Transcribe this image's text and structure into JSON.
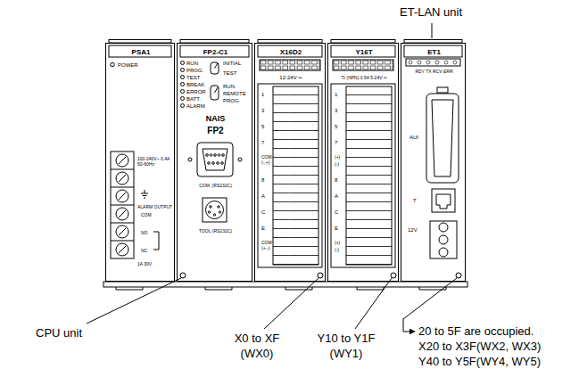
{
  "diagram": {
    "nodes": [
      {
        "text": [
          "PSA1",
          "POWER",
          "100-240V~ 0.4A 50-60Hz",
          "ALARM OUTPUT",
          "COM",
          "NO",
          "NC",
          "1A 30V"
        ]
      },
      {
        "text": [
          "FP2-C1",
          "RUN",
          "PROG.",
          "TEST",
          "BREAK",
          "ERROR",
          "BATT.",
          "ALARM",
          "INITIAL",
          "TEST",
          "RUN",
          "REMOTE",
          "PROG.",
          "NAIS",
          "FP2",
          "COM. (RS232C)",
          "TOOL (RS232C)"
        ]
      },
      {
        "text": [
          "X16D2",
          "12-24V ═",
          "1",
          "3",
          "5",
          "7",
          "COM (-,+)",
          "8",
          "A",
          "C",
          "E",
          "COM (+,-)"
        ]
      },
      {
        "text": [
          "Y16T",
          "Tr (NPN) 0.5A 5-24V ═",
          "1",
          "3",
          "5",
          "7",
          "(+)",
          "(-)",
          "8",
          "A",
          "C",
          "E",
          "(+)",
          "(-)"
        ]
      },
      {
        "text": [
          "ET1",
          "RDY TX RCV ERR",
          "AUI",
          "T",
          "12V"
        ]
      }
    ],
    "labels": [
      "ET-LAN unit",
      "CPU unit",
      "X0 to XF",
      "(WX0)",
      "Y10 to Y1F",
      "(WY1)",
      "20 to 5F are occupied.",
      "X20 to X3F(WX2, WX3)",
      "Y40 to Y5F(WY4, WY5)"
    ]
  }
}
